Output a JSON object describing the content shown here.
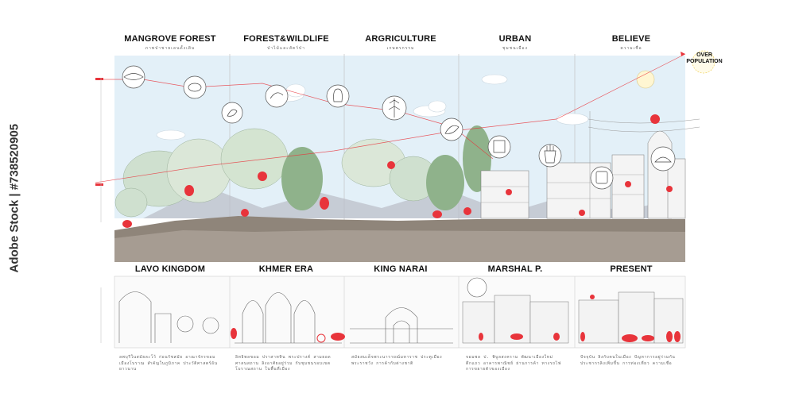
{
  "top_sections": [
    {
      "title": "MANGROVE FOREST",
      "subtitle": "ภาพป่าชายเลนดั้งเดิม"
    },
    {
      "title": "FOREST&WILDLIFE",
      "subtitle": "ป่าไม้และสัตว์ป่า"
    },
    {
      "title": "ARGRICULTURE",
      "subtitle": "เกษตรกรรม"
    },
    {
      "title": "URBAN",
      "subtitle": "ชุมชนเมือง"
    },
    {
      "title": "BELIEVE",
      "subtitle": "ความเชื่อ"
    }
  ],
  "bottom_sections": [
    {
      "title": "LAVO KINGDOM",
      "description": "ลพบุรีในสมัยละโว้ ก่อนรัชสมัย อาณาจักรขอม เมืองโบราณ สำคัญในภูมิภาค ประวัติศาสตร์อันยาวนาน"
    },
    {
      "title": "KHMER ERA",
      "description": "อิทธิพลขอม ปราสาทหิน พระปรางค์ สามยอด ศาสนสถาน ลิงอาศัยอยู่ร่วม กับชุมชนรอบเขตโบราณสถาน ในพื้นที่เมือง"
    },
    {
      "title": "KING NARAI",
      "description": "สมัยสมเด็จพระนารายณ์มหาราช ประตูเมือง พระราชวัง การค้ากับต่างชาติ"
    },
    {
      "title": "MARSHAL P.",
      "description": "จอมพล ป. พิบูลสงคราม พัฒนาเมืองใหม่ ตึกแถว อาคารพาณิชย์ ย่านการค้า ทางรถไฟ การขยายตัวของเมือง"
    },
    {
      "title": "PRESENT",
      "description": "ปัจจุบัน ลิงกับคนในเมือง ปัญหาการอยู่ร่วมกัน ประชากรลิงเพิ่มขึ้น การท่องเที่ยว ความเชื่อ"
    }
  ],
  "annotation": {
    "over_population": "OVER\nPOPULATION"
  },
  "watermark": {
    "text": "Adobe Stock | #738520905"
  },
  "colors": {
    "accent": "#e8343b",
    "sky": "#e3f0f8",
    "ground": "#8f857a",
    "grid": "#bcbcbc"
  },
  "icons": [
    "fish-icon",
    "shell-icon",
    "leaf-icon",
    "shrimp-icon",
    "fruit-icon",
    "rice-plant-icon",
    "corn-icon",
    "bag-icon",
    "trash-icon",
    "offering-icon",
    "sun-icon",
    "monkey-icon"
  ]
}
